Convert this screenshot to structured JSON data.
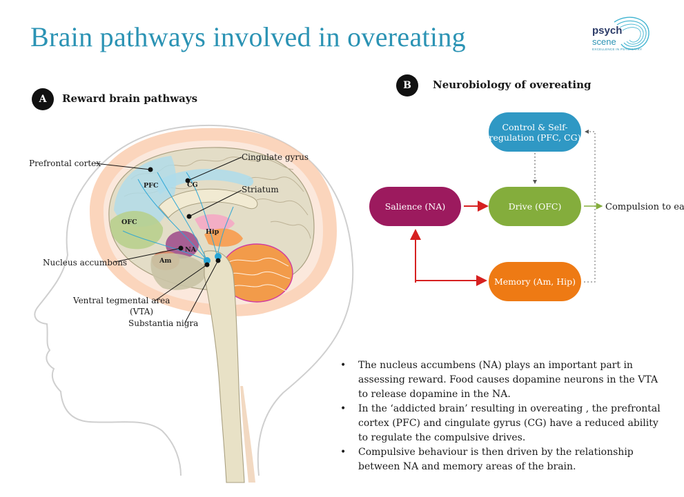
{
  "title": "Brain pathways involved in overeating",
  "logo": {
    "line1": "psych",
    "line2": "scene",
    "tagline": "EXCELLENCE IN PSYCHIATRY"
  },
  "section_a": {
    "badge": "A",
    "title": "Reward brain pathways"
  },
  "section_b": {
    "badge": "B",
    "title": "Neurobiology of overeating"
  },
  "brain_labels": {
    "prefrontal_cortex": "Prefrontal cortex",
    "cingulate_gyrus": "Cingulate gyrus",
    "striatum": "Striatum",
    "nucleus_accumbens": "Nucleus accumbons",
    "vta_line1": "Ventral tegmental area",
    "vta_line2": "(VTA)",
    "substantia_nigra": "Substantia nigra",
    "pfc": "PFC",
    "cg": "CG",
    "ofc": "OFC",
    "hip": "Hip",
    "na": "NA",
    "am": "Am"
  },
  "nodes": {
    "control_line1": "Control & Self-",
    "control_line2": "regulation (PFC, CG)",
    "salience": "Salience (NA)",
    "drive": "Drive (OFC)",
    "memory": "Memory (Am, Hip)",
    "compulsion": "Compulsion to eat"
  },
  "colors": {
    "title": "#2b93b4",
    "control": "#2f98c4",
    "salience": "#9c1a5e",
    "drive": "#84ad3c",
    "memory": "#ee7a14",
    "arrow_red": "#d62020",
    "arrow_green": "#84ad3c"
  },
  "bullets": [
    "The nucleus accumbens (NA) plays an important part in assessing reward. Food causes dopamine neurons in the VTA to release dopamine in the NA.",
    "In the ‘addicted brain’ resulting in overeating , the prefrontal cortex (PFC) and cingulate gyrus (CG) have a reduced ability to regulate  the compulsive drives.",
    "Compulsive behaviour is then driven by the relationship between NA and memory areas of the brain."
  ]
}
